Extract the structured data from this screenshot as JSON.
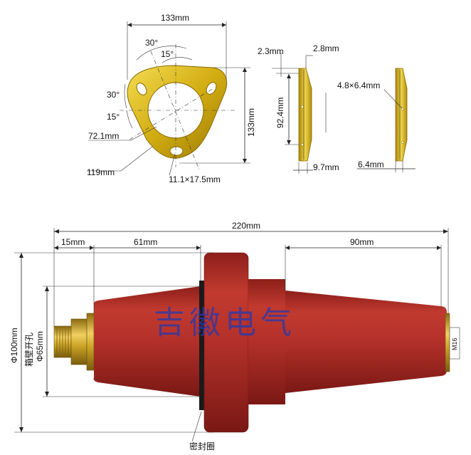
{
  "colors": {
    "flange_gold": "#d4b010",
    "insulator_red": "#b5302a",
    "brass_thread": "#c9a227",
    "watermark_blue": "#2b39a8",
    "dimension_lines": "#222222"
  },
  "flange_front_view": {
    "width": "133mm",
    "height": "133mm",
    "angle_top_outer": "30°",
    "angle_top_inner": "15°",
    "angle_left": "30°",
    "angle_left_lower": "15°",
    "radius_inner": "72.1mm",
    "radius_outer": "119mm",
    "slot": "11.1×17.5mm"
  },
  "flange_side_view": {
    "thickness_top": "2.3mm",
    "thickness_top_right": "2.8mm",
    "hole_spacing": "92.4mm",
    "depth": "9.7mm"
  },
  "flange_side_view_b": {
    "slot": "4.8×6.4mm",
    "depth": "6.4mm"
  },
  "bushing": {
    "overall_length": "220mm",
    "stud_length": "15mm",
    "flange_offset": "61mm",
    "tip_length": "90mm",
    "outer_diameter": "Φ100mm",
    "hole_label": "箱壁开孔",
    "hole_diameter": "Φ65mm",
    "thread": "M16",
    "seal_label": "密封圈"
  },
  "watermark": "吉徽电气"
}
